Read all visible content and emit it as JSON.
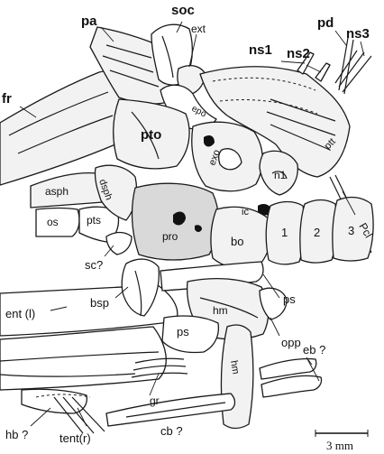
{
  "labels": {
    "pa": "pa",
    "soc": "soc",
    "ext": "ext",
    "pd": "pd",
    "ns1": "ns1",
    "ns2": "ns2",
    "ns3": "ns3",
    "fr": "fr",
    "epo": "epo",
    "pto": "pto",
    "exo": "exo",
    "ptt": "ptt",
    "n1": "n1",
    "pcl": "Pcl",
    "asph": "asph",
    "dsph": "dsph",
    "os": "os",
    "pts": "pts",
    "sc": "sc?",
    "pro": "pro",
    "ic": "ic",
    "bo": "bo",
    "v1": "1",
    "v2": "2",
    "v3": "3",
    "bsp": "bsp",
    "ps_right": "ps",
    "hm": "hm",
    "opp": "opp",
    "ent": "ent (l)",
    "ps_left": "ps",
    "hm_lower": "hm",
    "eb": "eb ?",
    "gr": "gr",
    "cb": "cb ?",
    "hb": "hb ?",
    "tent": "tent(r)",
    "scale": "3 mm"
  },
  "scale_bar": {
    "length_mm": 3
  }
}
